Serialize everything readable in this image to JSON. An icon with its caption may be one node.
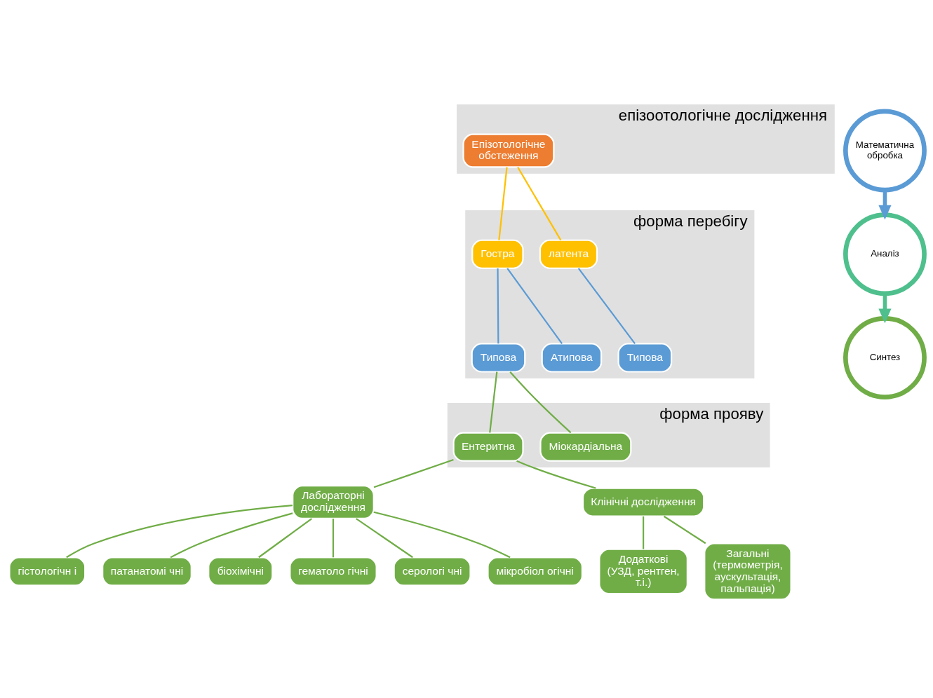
{
  "diagram": {
    "nodes": [
      {
        "text": [
          "епізоотологічне дослідження"
        ]
      },
      {
        "text": [
          "Епізотологічне обстеження"
        ],
        "in": 0
      },
      {
        "text": [
          "форма перебігу"
        ]
      },
      {
        "text": [
          "латента"
        ],
        "in": 2
      },
      {
        "text": [
          "Гостра"
        ],
        "in": 2
      },
      {
        "text": [
          "Типова"
        ],
        "in": 2
      },
      {
        "text": [
          "Типова"
        ],
        "in": 2
      },
      {
        "text": [
          "Атипова"
        ],
        "in": 2
      },
      {
        "text": [
          "форма прояву"
        ]
      },
      {
        "text": [
          "Міокардіальна"
        ],
        "in": 8
      },
      {
        "text": [
          "Ентеритна"
        ],
        "in": 8
      },
      {
        "text": [
          "Лабораторні дослідження"
        ]
      },
      {
        "text": [
          "Клінічні дослідження"
        ]
      },
      {
        "text": [
          "гістологічн і"
        ]
      },
      {
        "text": [
          "патанатомі чні"
        ]
      },
      {
        "text": [
          "біохімічні"
        ]
      },
      {
        "text": [
          "гематоло гічні"
        ]
      },
      {
        "text": [
          "серологі чні"
        ]
      },
      {
        "text": [
          "мікробіол огічні"
        ]
      },
      {
        "text": [
          "Додаткові (УЗД, рентген, т.і.)"
        ]
      },
      {
        "text": [
          "Загальні (термометрія, аускультація, пальпація)"
        ]
      },
      {
        "text": [
          "Математична обробка"
        ]
      },
      {
        "text": [
          "Аналіз"
        ]
      },
      {
        "text": [
          "Синтез"
        ]
      }
    ],
    "edges": [
      {
        "from": 1,
        "to": 3,
        "arrow": "none",
        "color": "#ffc000"
      },
      {
        "from": 1,
        "to": 4,
        "arrow": "none",
        "color": "#ffc000"
      },
      {
        "from": 3,
        "to": 5,
        "arrow": "none",
        "color": "#5b9bd5"
      },
      {
        "from": 4,
        "to": 6,
        "arrow": "none",
        "color": "#5b9bd5"
      },
      {
        "from": 4,
        "to": 7,
        "arrow": "none",
        "color": "#5b9bd5"
      },
      {
        "from": 6,
        "to": 9,
        "arrow": "none"
      },
      {
        "from": 6,
        "to": 10,
        "arrow": "none"
      },
      {
        "from": 10,
        "to": 11,
        "arrow": "none"
      },
      {
        "from": 10,
        "to": 12,
        "arrow": "none"
      },
      {
        "from": 11,
        "to": 13,
        "arrow": "none"
      },
      {
        "from": 11,
        "to": 14,
        "arrow": "none"
      },
      {
        "from": 11,
        "to": 15,
        "arrow": "none"
      },
      {
        "from": 11,
        "to": 16,
        "arrow": "none"
      },
      {
        "from": 11,
        "to": 17,
        "arrow": "none"
      },
      {
        "from": 11,
        "to": 18,
        "arrow": "none"
      },
      {
        "from": 12,
        "to": 19,
        "arrow": "none"
      },
      {
        "from": 12,
        "to": 20,
        "arrow": "none"
      },
      {
        "from": 21,
        "to": 22,
        "arrow": "to",
        "style": "thick",
        "color": "#5b9bd5"
      },
      {
        "from": 22,
        "to": 23,
        "arrow": "to",
        "style": "thick",
        "color": "#4fc08d"
      }
    ]
  }
}
